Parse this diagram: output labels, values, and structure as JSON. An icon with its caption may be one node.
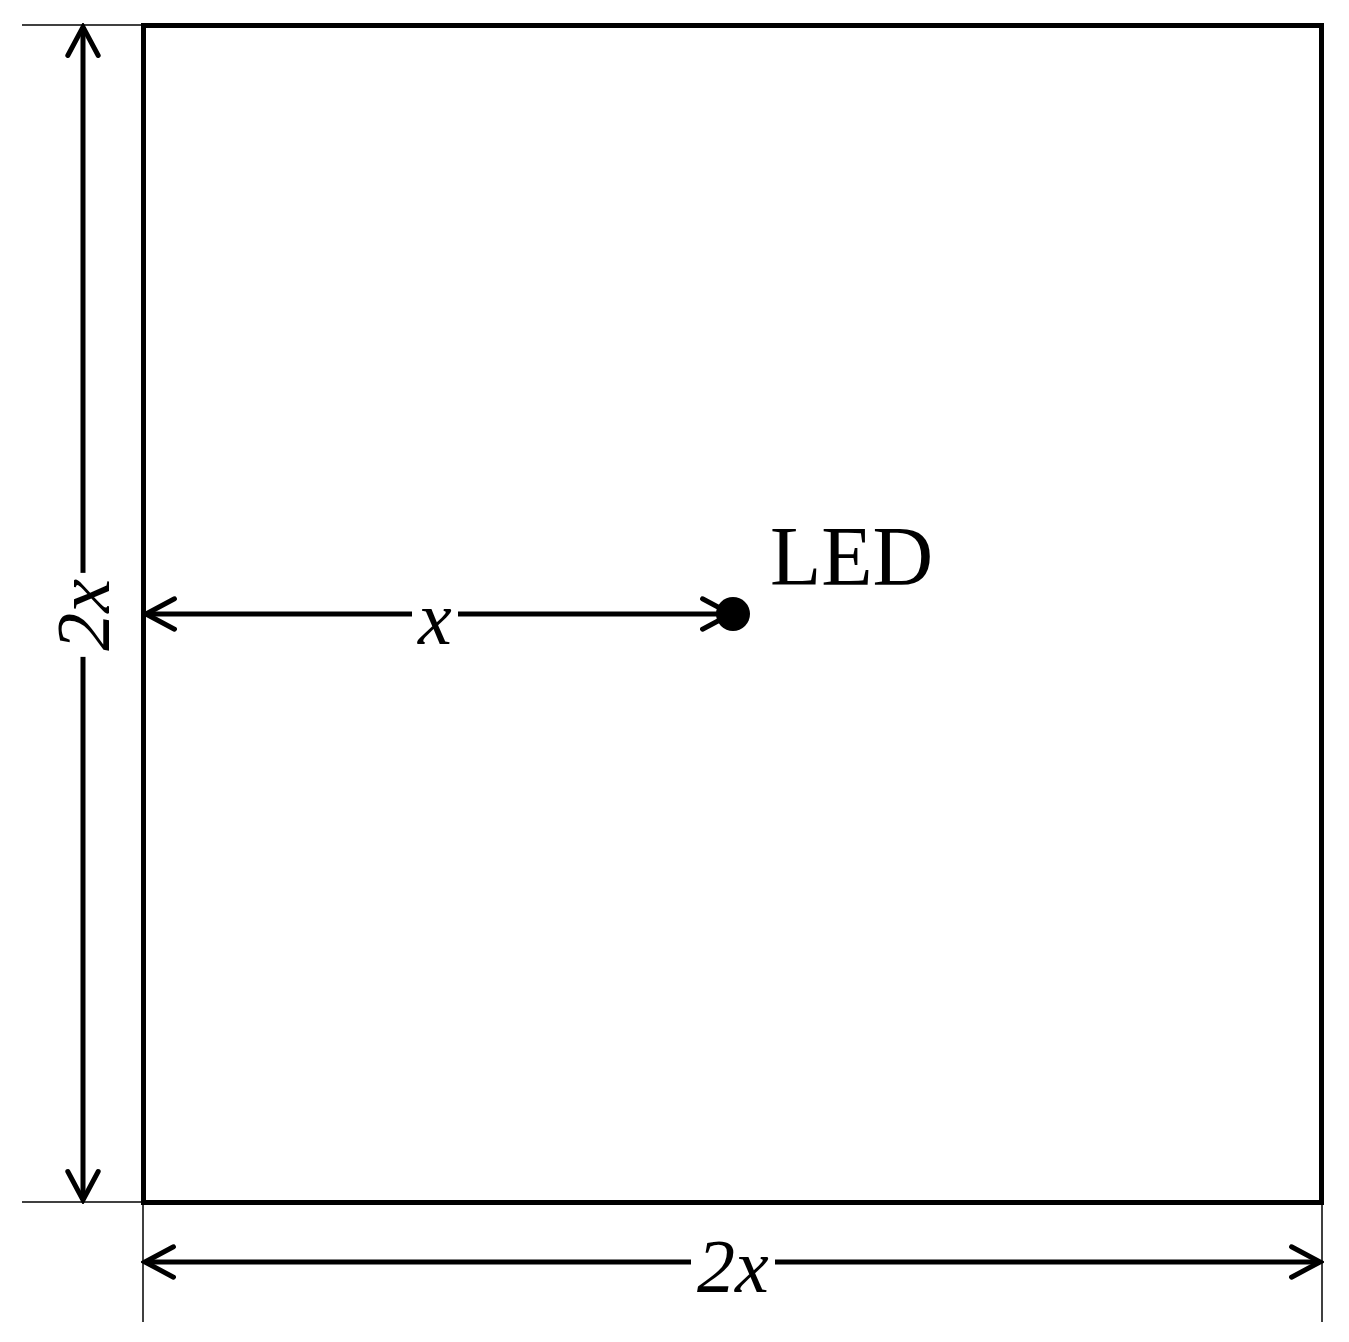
{
  "diagram": {
    "nodes": [
      {
        "text": [],
        "shape": "box"
      },
      {
        "text": [],
        "shape": "circle",
        "in": 0,
        "beside": [
          "LED"
        ]
      }
    ],
    "edges": [
      {
        "from": 0,
        "to": 1,
        "arrow": "both",
        "label": "x"
      }
    ],
    "labels": [
      "2x",
      "2x"
    ]
  }
}
